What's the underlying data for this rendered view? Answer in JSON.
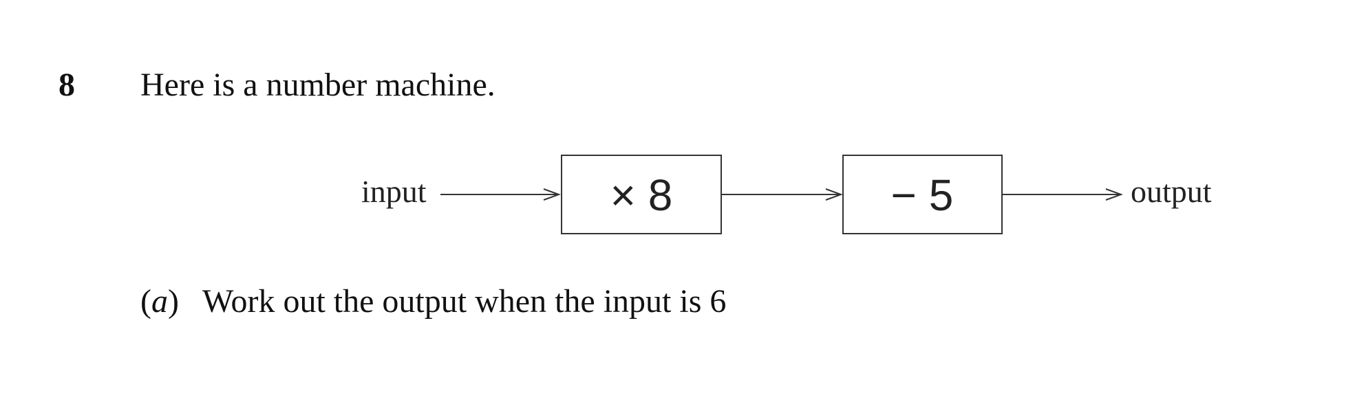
{
  "question": {
    "number": "8",
    "intro": "Here is a number machine."
  },
  "machine": {
    "input_label": "input",
    "output_label": "output",
    "steps": [
      {
        "operation": "× 8"
      },
      {
        "operation": "− 5"
      }
    ]
  },
  "part_a": {
    "open_paren": "(",
    "letter": "a",
    "close_paren": ")",
    "text": "Work out the output when the input is 6"
  },
  "colors": {
    "text": "#111111",
    "lines": "#333333",
    "background": "#ffffff"
  }
}
